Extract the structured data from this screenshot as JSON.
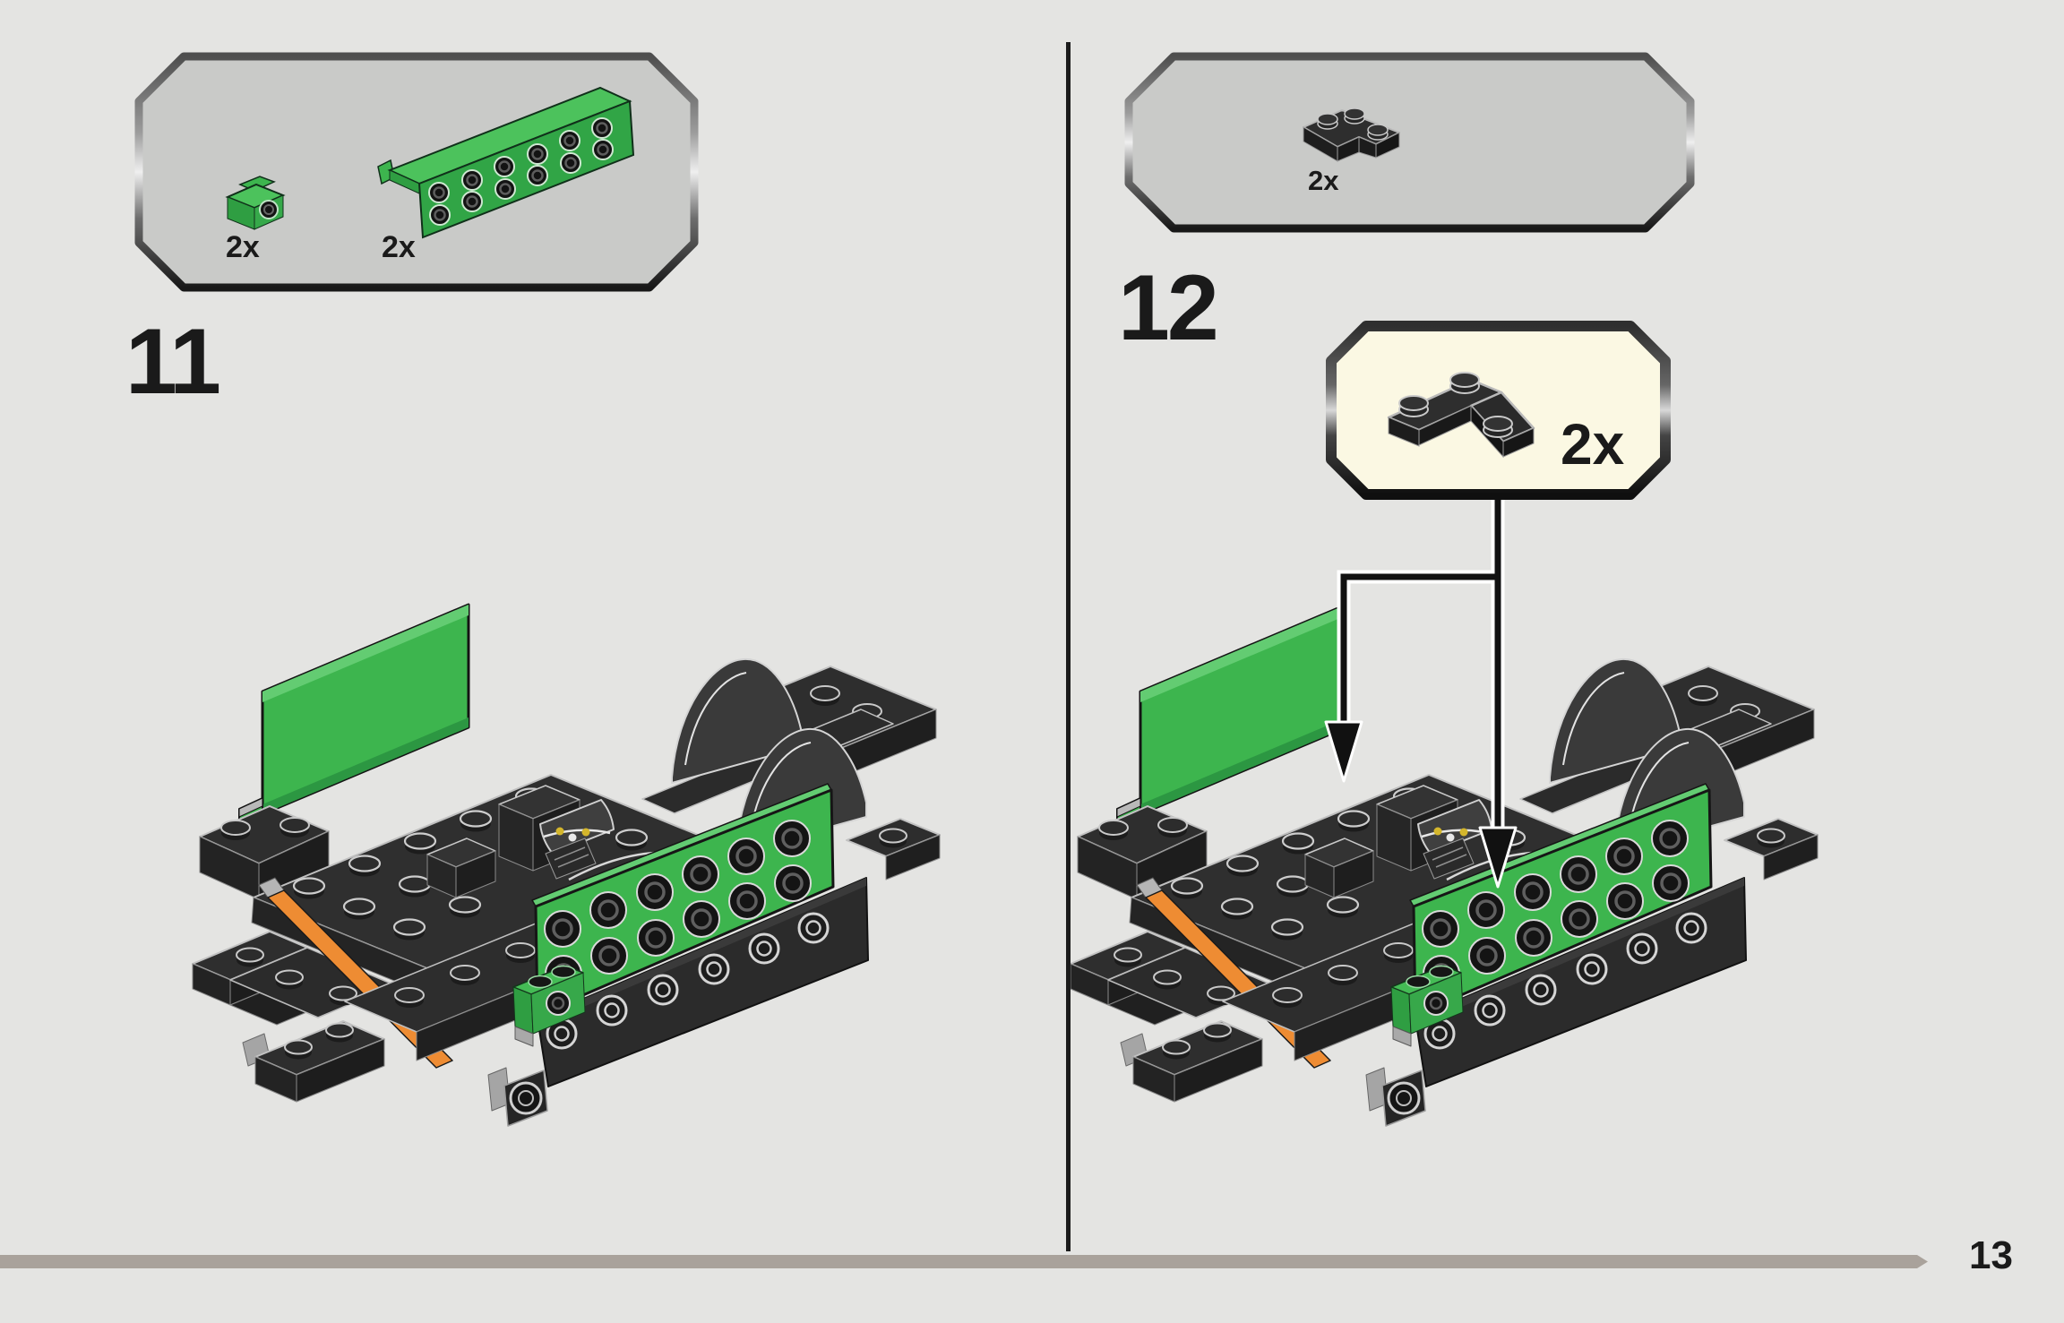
{
  "page": {
    "background": "#e4e4e2",
    "page_number": "13",
    "divider_color": "#1b1b1b",
    "footer_bar_color": "#a9a29b"
  },
  "steps": {
    "left": {
      "number": "11",
      "parts": [
        {
          "name": "green-angle-bracket-1x1",
          "count": "2x",
          "color": "#3db54e"
        },
        {
          "name": "green-bracket-plate-1x6",
          "count": "2x",
          "color": "#3db54e"
        }
      ]
    },
    "right": {
      "number": "12",
      "parts": [
        {
          "name": "black-corner-plate-2x2",
          "count": "2x",
          "color": "#2e2e2e"
        }
      ],
      "callout": {
        "part": "black-corner-plate-2x2",
        "count": "2x",
        "background": "#fbf8e3"
      }
    }
  },
  "model": {
    "description": "isometric render of partially built green and black race-car chassis with orange stripe, gray wheel arches and studded green side panel",
    "colors": {
      "green": "#3db54e",
      "green_light": "#63cc72",
      "green_dark": "#2c9742",
      "black_brick": "#2e2e2e",
      "outline": "#c9c9c9",
      "arch_gray": "#3a3a3a",
      "light_gray": "#a9a9a9",
      "orange": "#ee8c33",
      "parts_box_fill": "#c9cac8",
      "dashboard_dots": [
        "#d4b62c",
        "#e8e8e8",
        "#d4b62c"
      ]
    }
  }
}
